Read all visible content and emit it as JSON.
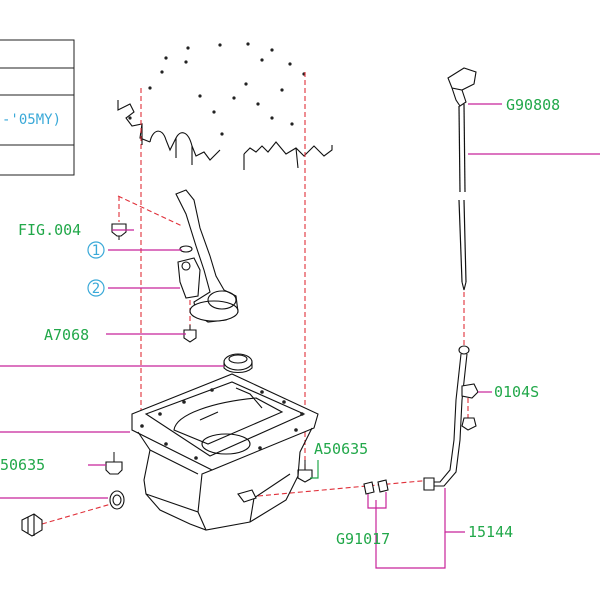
{
  "table": {
    "rows": [
      "",
      "",
      "",
      "-'05MY)",
      ""
    ]
  },
  "labels": {
    "g90808": "G90808",
    "fig004": "FIG.004",
    "a7068": "A7068",
    "a50635_right": "A50635",
    "a50635_left": "50635",
    "p0104s": "0104S",
    "g91017": "G91017",
    "p15144": "15144",
    "callout_1": "1",
    "callout_2": "2"
  },
  "colors": {
    "label_green": "#22a84a",
    "callout_cyan": "#3aa9d8",
    "leader_magenta": "#c8239a",
    "centerline_red": "#e0303a",
    "line_black": "#111111"
  }
}
